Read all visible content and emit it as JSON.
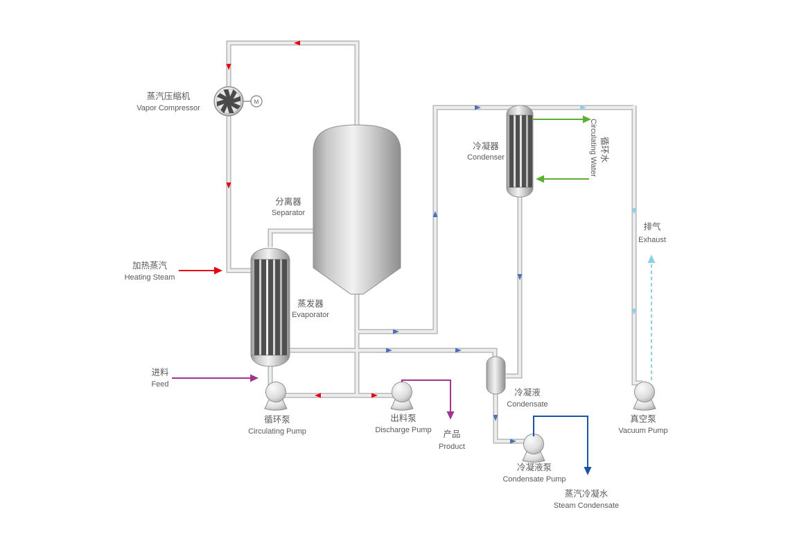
{
  "labels": {
    "vapor_compressor": {
      "zh": "蒸汽压缩机",
      "en": "Vapor Compressor"
    },
    "separator": {
      "zh": "分离器",
      "en": "Separator"
    },
    "condenser": {
      "zh": "冷凝器",
      "en": "Condenser"
    },
    "circulating_water": {
      "zh": "循环水",
      "en": "Circulating Water"
    },
    "exhaust": {
      "zh": "排气",
      "en": "Exhaust"
    },
    "heating_steam": {
      "zh": "加热蒸汽",
      "en": "Heating Steam"
    },
    "evaporator": {
      "zh": "蒸发器",
      "en": "Evaporator"
    },
    "feed": {
      "zh": "进料",
      "en": "Feed"
    },
    "circulating_pump": {
      "zh": "循环泵",
      "en": "Circulating Pump"
    },
    "discharge_pump": {
      "zh": "出料泵",
      "en": "Discharge Pump"
    },
    "product": {
      "zh": "产品",
      "en": "Product"
    },
    "condensate": {
      "zh": "冷凝液",
      "en": "Condensate"
    },
    "vacuum_pump": {
      "zh": "真空泵",
      "en": "Vacuum Pump"
    },
    "condensate_pump": {
      "zh": "冷凝液泵",
      "en": "Condensate Pump"
    },
    "steam_condensate": {
      "zh": "蒸汽冷凝水",
      "en": "Steam Condensate"
    },
    "motor": "M"
  },
  "colors": {
    "hot_vapor_arrows": "#e60012",
    "vapor_flow_arrows": "#4a72b8",
    "noncondensable_arrows": "#8cd0e8",
    "cooling_water": "#5bb033",
    "feed_product": "#a0358f",
    "condensate_out": "#1c50a0",
    "pipe_casing": "#b2b2b2",
    "pipe_core": "#ededed",
    "text": "#5a5858"
  }
}
